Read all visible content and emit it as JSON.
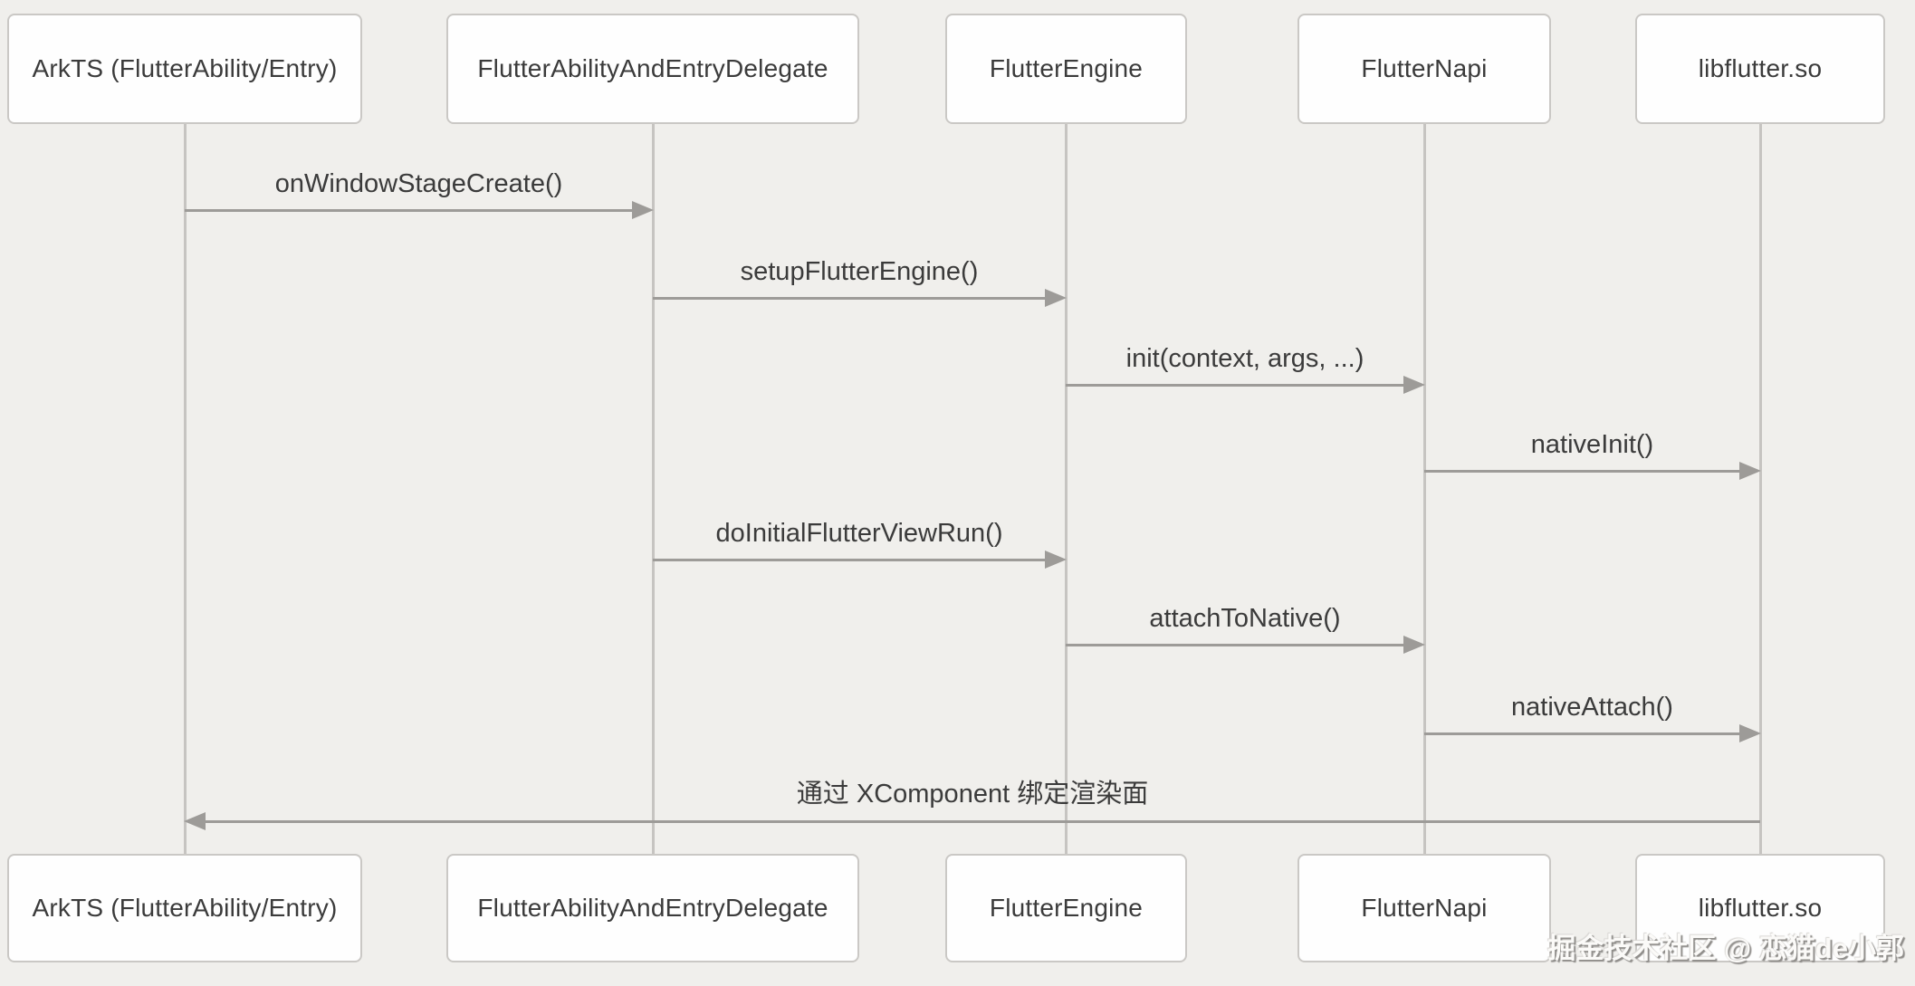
{
  "diagram": {
    "type": "sequence-diagram",
    "title": "Flutter OHOS engine setup sequence",
    "colors": {
      "background": "#f0efec",
      "box_fill": "#fefefe",
      "box_border": "#cac8c5",
      "lifeline": "#c6c4c1",
      "arrow": "#9d9b98",
      "text": "#3b3b3b",
      "watermark_text": "#fbfaf8"
    }
  },
  "participants": [
    {
      "label": "ArkTS (FlutterAbility/Entry)"
    },
    {
      "label": "FlutterAbilityAndEntryDelegate"
    },
    {
      "label": "FlutterEngine"
    },
    {
      "label": "FlutterNapi"
    },
    {
      "label": "libflutter.so"
    }
  ],
  "messages": [
    {
      "label": "onWindowStageCreate()",
      "from": "ArkTS (FlutterAbility/Entry)",
      "to": "FlutterAbilityAndEntryDelegate",
      "direction": "right"
    },
    {
      "label": "setupFlutterEngine()",
      "from": "FlutterAbilityAndEntryDelegate",
      "to": "FlutterEngine",
      "direction": "right"
    },
    {
      "label": "init(context, args, ...)",
      "from": "FlutterEngine",
      "to": "FlutterNapi",
      "direction": "right"
    },
    {
      "label": "nativeInit()",
      "from": "FlutterNapi",
      "to": "libflutter.so",
      "direction": "right"
    },
    {
      "label": "doInitialFlutterViewRun()",
      "from": "FlutterAbilityAndEntryDelegate",
      "to": "FlutterEngine",
      "direction": "right"
    },
    {
      "label": "attachToNative()",
      "from": "FlutterEngine",
      "to": "FlutterNapi",
      "direction": "right"
    },
    {
      "label": "nativeAttach()",
      "from": "FlutterNapi",
      "to": "libflutter.so",
      "direction": "right"
    },
    {
      "label": "通过 XComponent 绑定渲染面",
      "from": "libflutter.so",
      "to": "ArkTS (FlutterAbility/Entry)",
      "direction": "left"
    }
  ],
  "watermark": "掘金技术社区 @ 恋猫de小郭"
}
